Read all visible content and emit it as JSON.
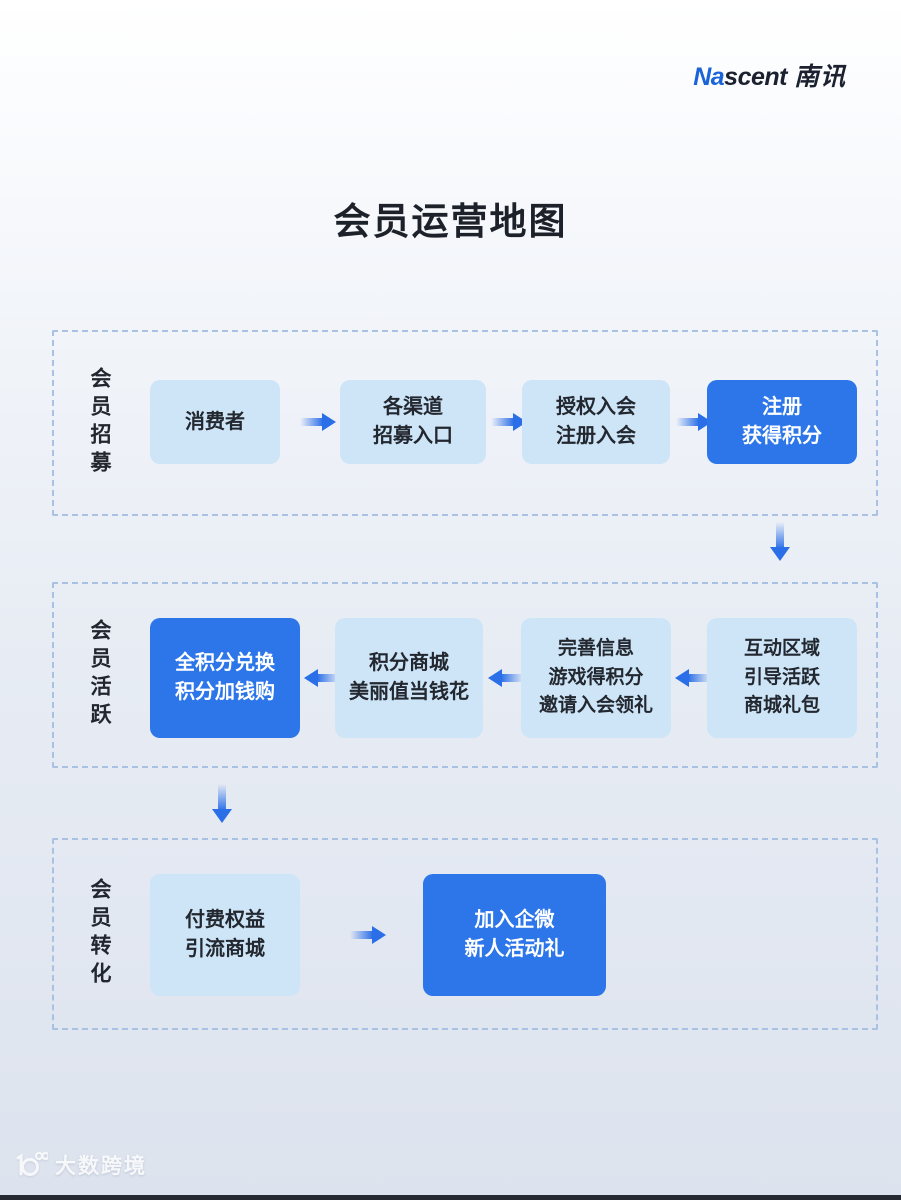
{
  "logo": {
    "na": "Na",
    "scent": "scent",
    "cn": "南讯"
  },
  "title": "会员运营地图",
  "sections": [
    {
      "label": "会员招募",
      "flow": "right",
      "boxes": [
        {
          "lines": [
            "消费者"
          ],
          "variant": "light"
        },
        {
          "lines": [
            "各渠道",
            "招募入口"
          ],
          "variant": "light"
        },
        {
          "lines": [
            "授权入会",
            "注册入会"
          ],
          "variant": "light"
        },
        {
          "lines": [
            "注册",
            "获得积分"
          ],
          "variant": "accent"
        }
      ]
    },
    {
      "label": "会员活跃",
      "flow": "left",
      "boxes": [
        {
          "lines": [
            "全积分兑换",
            "积分加钱购"
          ],
          "variant": "accent"
        },
        {
          "lines": [
            "积分商城",
            "美丽值当钱花"
          ],
          "variant": "light"
        },
        {
          "lines": [
            "完善信息",
            "游戏得积分",
            "邀请入会领礼"
          ],
          "variant": "light"
        },
        {
          "lines": [
            "互动区域",
            "引导活跃",
            "商城礼包"
          ],
          "variant": "light"
        }
      ]
    },
    {
      "label": "会员转化",
      "flow": "right",
      "boxes": [
        {
          "lines": [
            "付费权益",
            "引流商城"
          ],
          "variant": "light"
        },
        {
          "lines": [
            "加入企微",
            "新人活动礼"
          ],
          "variant": "accent"
        }
      ]
    }
  ],
  "watermark": {
    "text": "大数跨境"
  },
  "colors": {
    "accent_blue": "#2c76e9",
    "light_box_blue": "#cde5f7",
    "arrow_blue": "#2b6fe8",
    "dashed_border": "#a9c1e2",
    "text_dark": "#22262e",
    "bottom_bar": "#252932"
  }
}
